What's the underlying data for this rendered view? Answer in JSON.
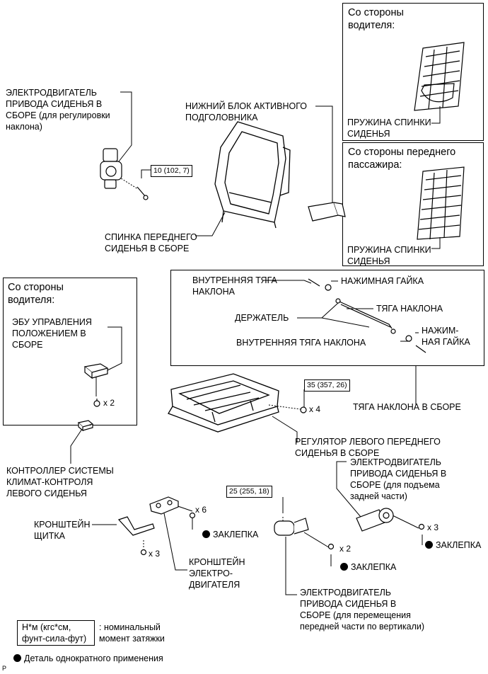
{
  "labels": {
    "recliner_motor": "ЭЛЕКТРОДВИГАТЕЛЬ\nПРИВОДА СИДЕНЬЯ В\nСБОРЕ (для регулировки\nнаклона)",
    "headrest_lower": "НИЖНИЙ БЛОК АКТИВНОГО\nПОДГОЛОВНИКА",
    "seatback": "СПИНКА ПЕРЕДНЕГО\nСИДЕНЬЯ В СБОРЕ",
    "inner_rod_1": "ВНУТРЕННЯЯ ТЯГА\nНАКЛОНА",
    "push_nut_1": "НАЖИМНАЯ ГАЙКА",
    "holder": "ДЕРЖАТЕЛЬ",
    "recline_rod": "ТЯГА НАКЛОНА",
    "push_nut_2": "НАЖИМ-\nНАЯ ГАЙКА",
    "inner_rod_2": "ВНУТРЕННЯЯ ТЯГА НАКЛОНА",
    "rod_assembly": "ТЯГА НАКЛОНА В СБОРЕ",
    "ecu": "ЭБУ УПРАВЛЕНИЯ\nПОЛОЖЕНИЕМ В\nСБОРЕ",
    "climate_controller": "КОНТРОЛЛЕР СИСТЕМЫ\nКЛИМАТ-КОНТРОЛЯ\nЛЕВОГО СИДЕНЬЯ",
    "adjuster": "РЕГУЛЯТОР ЛЕВОГО ПЕРЕДНЕГО\nСИДЕНЬЯ В СБОРЕ",
    "rear_lift_motor": "ЭЛЕКТРОДВИГАТЕЛЬ\nПРИВОДА СИДЕНЬЯ В\nСБОРЕ (для подъема\nзадней части)",
    "shield_bracket": "КРОНШТЕЙН\nЩИТКА",
    "motor_bracket": "КРОНШТЕЙН\nЭЛЕКТРО-\nДВИГАТЕЛЯ",
    "front_vert_motor": "ЭЛЕКТРОДВИГАТЕЛЬ\nПРИВОДА СИДЕНЬЯ В\nСБОРЕ (для перемещения\nпередней части по вертикали)",
    "rivet": "ЗАКЛЕПКА",
    "spring_driver": "ПРУЖИНА СПИНКИ\nСИДЕНЬЯ",
    "spring_passenger": "ПРУЖИНА СПИНКИ\nСИДЕНЬЯ"
  },
  "boxes": {
    "driver_top": "Со стороны\nводителя:",
    "passenger_top": "Со стороны переднего\nпассажира:",
    "driver_left": "Со стороны\nводителя:"
  },
  "torques": {
    "t1": "10 (102, 7)",
    "t2": "35 (357, 26)",
    "t3": "25 (255, 18)"
  },
  "counts": {
    "x2_ecu": "x 2",
    "x4": "x 4",
    "x6": "x 6",
    "x3_shield": "x 3",
    "x2_motor": "x 2",
    "x3_motor": "x 3"
  },
  "legend": {
    "units": "Н*м (кгс*см,\nфунт-сила-фут)",
    "units_desc": ": номинальный\nмомент затяжки",
    "single_use": "Деталь однократного применения"
  },
  "corner_mark": "P"
}
